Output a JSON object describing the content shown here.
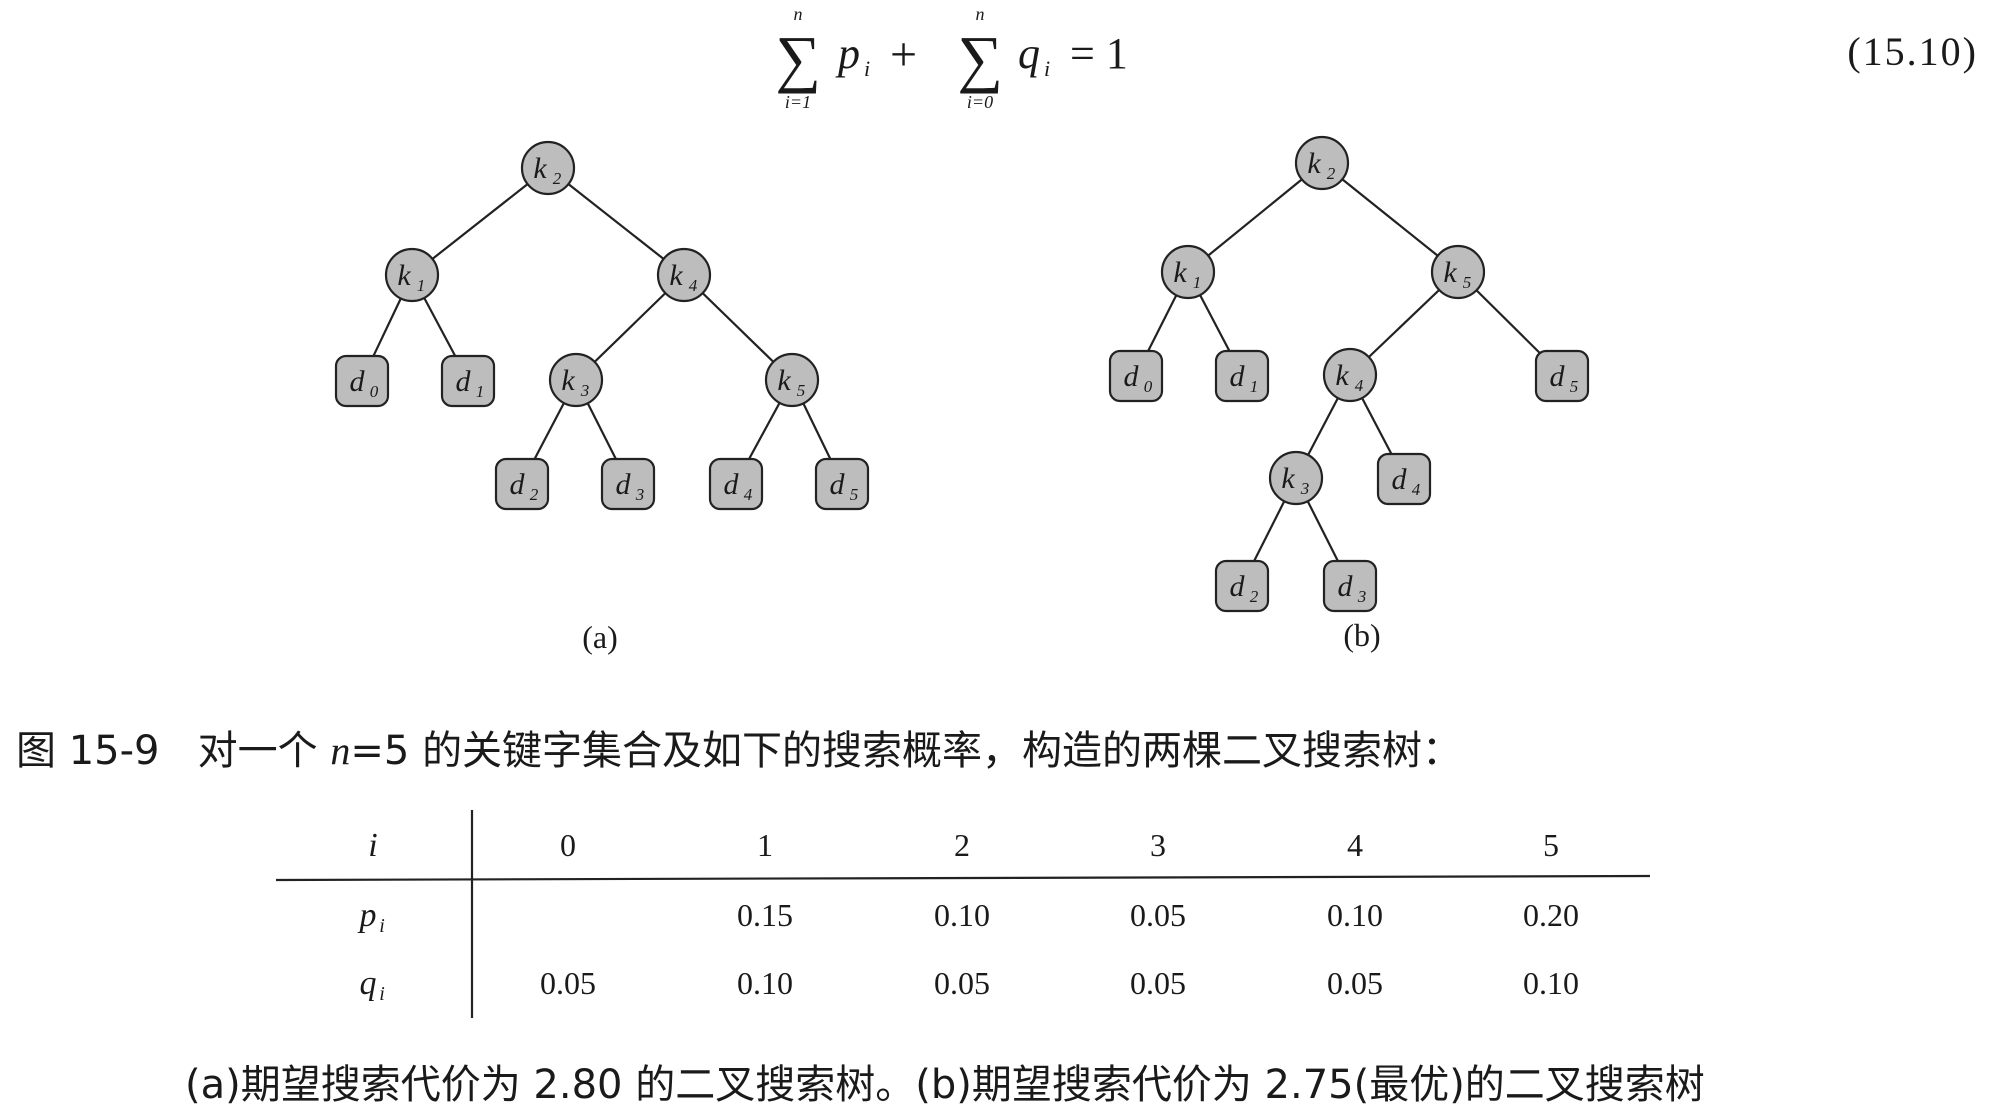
{
  "equation": {
    "sum_sym": "∑",
    "upper": "n",
    "lower1": "i=1",
    "lower2": "i=0",
    "term1": "p",
    "sub1": "i",
    "plus": "+",
    "term2": "q",
    "sub2": "i",
    "rhs": "= 1",
    "number": "(15.10)"
  },
  "trees": {
    "a": {
      "label": "(a)",
      "keys": [
        {
          "id": "k2",
          "letter": "k",
          "sub": "2"
        },
        {
          "id": "k1",
          "letter": "k",
          "sub": "1"
        },
        {
          "id": "k4",
          "letter": "k",
          "sub": "4"
        },
        {
          "id": "k3",
          "letter": "k",
          "sub": "3"
        },
        {
          "id": "k5",
          "letter": "k",
          "sub": "5"
        }
      ],
      "dummies": [
        {
          "id": "d0",
          "letter": "d",
          "sub": "0"
        },
        {
          "id": "d1",
          "letter": "d",
          "sub": "1"
        },
        {
          "id": "d2",
          "letter": "d",
          "sub": "2"
        },
        {
          "id": "d3",
          "letter": "d",
          "sub": "3"
        },
        {
          "id": "d4",
          "letter": "d",
          "sub": "4"
        },
        {
          "id": "d5",
          "letter": "d",
          "sub": "5"
        }
      ]
    },
    "b": {
      "label": "(b)",
      "keys": [
        {
          "id": "k2",
          "letter": "k",
          "sub": "2"
        },
        {
          "id": "k1",
          "letter": "k",
          "sub": "1"
        },
        {
          "id": "k5",
          "letter": "k",
          "sub": "5"
        },
        {
          "id": "k4",
          "letter": "k",
          "sub": "4"
        },
        {
          "id": "k3",
          "letter": "k",
          "sub": "3"
        }
      ],
      "dummies": [
        {
          "id": "d0",
          "letter": "d",
          "sub": "0"
        },
        {
          "id": "d1",
          "letter": "d",
          "sub": "1"
        },
        {
          "id": "d5",
          "letter": "d",
          "sub": "5"
        },
        {
          "id": "d4",
          "letter": "d",
          "sub": "4"
        },
        {
          "id": "d2",
          "letter": "d",
          "sub": "2"
        },
        {
          "id": "d3",
          "letter": "d",
          "sub": "3"
        }
      ]
    }
  },
  "caption": {
    "prefix": "图 15-9",
    "text_before": "对一个",
    "n": "n",
    "eq": "=5",
    "text_after": "的关键字集合及如下的搜索概率，构造的两棵二叉搜索树："
  },
  "table": {
    "header_label": "i",
    "columns": [
      "0",
      "1",
      "2",
      "3",
      "4",
      "5"
    ],
    "rows": [
      {
        "label": "p",
        "sub": "i",
        "values": [
          "",
          "0.15",
          "0.10",
          "0.05",
          "0.10",
          "0.20"
        ]
      },
      {
        "label": "q",
        "sub": "i",
        "values": [
          "0.05",
          "0.10",
          "0.05",
          "0.05",
          "0.05",
          "0.10"
        ]
      }
    ]
  },
  "subcaption": "(a)期望搜索代价为 2.80 的二叉搜索树。(b)期望搜索代价为 2.75(最优)的二叉搜索树",
  "colors": {
    "node_fill": "#bdbdbd",
    "node_stroke": "#222222",
    "ink": "#1a1a1a"
  }
}
